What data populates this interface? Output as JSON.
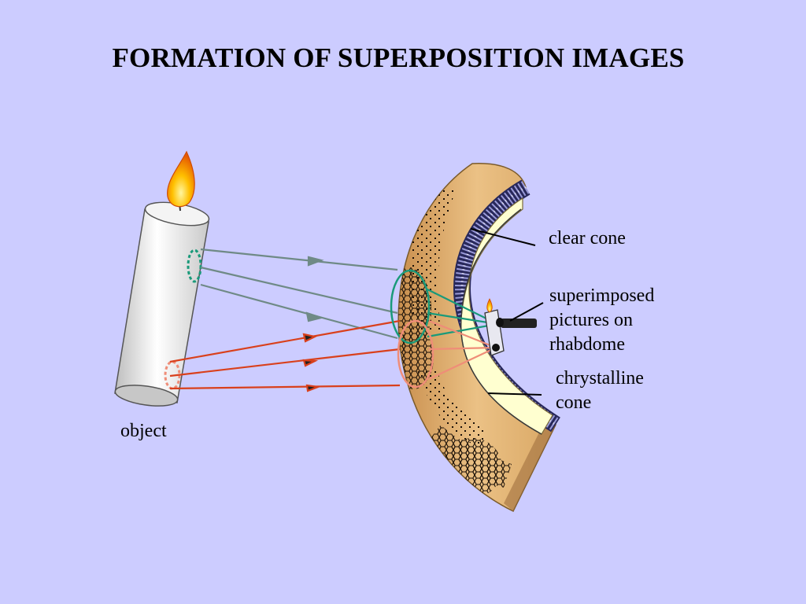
{
  "slide": {
    "title": "FORMATION OF SUPERPOSITION IMAGES",
    "labels": {
      "object": "object",
      "clear_cone": "clear cone",
      "superimposed_1": "superimposed",
      "superimposed_2": "pictures on",
      "superimposed_3": "rhabdome",
      "crystalline_1": "chrystalline",
      "crystalline_2": "cone"
    }
  },
  "colors": {
    "background": "#ccccff",
    "upper_rays": "#6f8a86",
    "lower_rays": "#d9401c",
    "upper_ring": "#1a9a7a",
    "lower_ring": "#ef8d78",
    "flame": "#f5a000",
    "eye_tissue": "#e6b573",
    "clear_cone": "#ffffd0"
  },
  "icons": {
    "object": "candle-icon",
    "eye_section": "compound-eye-section-icon",
    "image": "inverted-candle-icon"
  }
}
